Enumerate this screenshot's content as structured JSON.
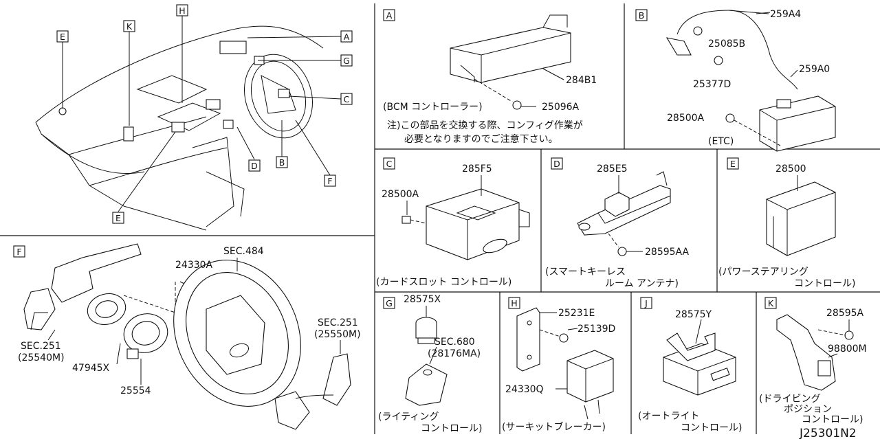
{
  "diagram_id": "J25301N2",
  "callouts": [
    "A",
    "B",
    "C",
    "D",
    "E",
    "F",
    "G",
    "H",
    "J",
    "K"
  ],
  "panel_A": {
    "letter": "A",
    "parts": [
      "284B1",
      "25096A"
    ],
    "caption": "(BCM コントローラー)",
    "note_line1": "注)この部品を交換する際、コンフィグ作業が",
    "note_line2": "必要となりますのでご注意下さい。"
  },
  "panel_B": {
    "letter": "B",
    "parts": [
      "259A4",
      "25085B",
      "25377D",
      "259A0",
      "28500A"
    ],
    "caption": "(ETC)"
  },
  "panel_C": {
    "letter": "C",
    "parts": [
      "285F5",
      "28500A"
    ],
    "caption": "(カードスロット コントロール)"
  },
  "panel_D": {
    "letter": "D",
    "parts": [
      "285E5",
      "28595AA"
    ],
    "caption_line1": "(スマートキーレス",
    "caption_line2": "ルーム アンテナ)"
  },
  "panel_E": {
    "letter": "E",
    "parts": [
      "28500"
    ],
    "caption_line1": "(パワーステアリング",
    "caption_line2": "コントロール)"
  },
  "panel_F": {
    "letter": "F",
    "parts": [
      "SEC.484",
      "24330A",
      "SEC.251",
      "(25540M)",
      "47945X",
      "25554",
      "SEC.251",
      "(25550M)"
    ]
  },
  "panel_G": {
    "letter": "G",
    "parts": [
      "28575X",
      "SEC.680",
      "(28176MA)"
    ],
    "caption_line1": "(ライティング",
    "caption_line2": "コントロール)"
  },
  "panel_H": {
    "letter": "H",
    "parts": [
      "25231E",
      "25139D",
      "24330Q"
    ],
    "caption": "(サーキットブレーカー)"
  },
  "panel_J": {
    "letter": "J",
    "parts": [
      "28575Y"
    ],
    "caption_line1": "(オートライト",
    "caption_line2": "コントロール)"
  },
  "panel_K": {
    "letter": "K",
    "parts": [
      "28595A",
      "98800M"
    ],
    "caption_line1": "(ドライビング",
    "caption_line2": "ポジション",
    "caption_line3": "コントロール)"
  }
}
